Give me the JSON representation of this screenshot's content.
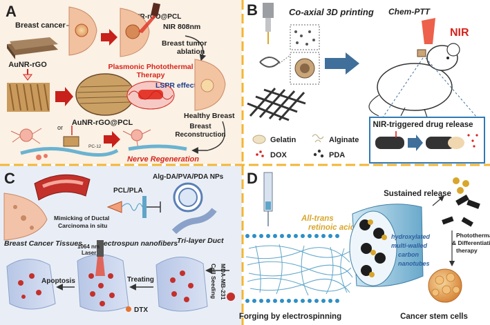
{
  "colors": {
    "divider": "#f2b634",
    "panel_a_bg": "#fbf1e4",
    "panel_c_bg": "#e9eef6",
    "accent_red": "#d5241c",
    "arrow_red": "#c8201a",
    "arrow_blue": "#3f6f9a",
    "retinoic": "#d9a62c",
    "fiber_blue": "#5fa5c9",
    "nanotube_blue": "#2d5f9e"
  },
  "panels": {
    "a": {
      "label": "A",
      "breast_cancer": "Breast cancer",
      "aunr_pcl_top": "AuNR-rGO@PCL",
      "nir_808": "NIR 808nm",
      "aunr_rgo": "AuNR-rGO",
      "breast_tumor_ablation": "Breast tumor\nablation",
      "plasmonic_therapy": "Plasmonic Photothermal\nTherapy",
      "lspr_effect": "LSPR effect",
      "aunr_pcl_bottom": "AuNR-rGO@PCL",
      "healthy_breast": "Healthy Breast",
      "breast_reconstruction": "Breast\nReconstruction",
      "or": "or",
      "pc12": "PC-12",
      "nerve_regeneration": "Nerve Regeneration"
    },
    "b": {
      "label": "B",
      "coaxial_printing": "Co-axial 3D printing",
      "chem_ptt": "Chem-PTT",
      "nir": "NIR",
      "nir_release": "NIR-triggered drug release",
      "legend": {
        "gelatin": "Gelatin",
        "alginate": "Alginate",
        "dox": "DOX",
        "pda": "PDA"
      }
    },
    "c": {
      "label": "C",
      "alg_nps": "Alg-DA/PVA/PDA NPs",
      "pcl_pla": "PCL/PLA",
      "mimicking": "Mimicking of Ductal\nCarcinoma in situ",
      "breast_cancer_tissues": "Breast Cancer Tissues",
      "electrospun": "Electrospun nanofibers",
      "trilayer": "Tri-layer Duct",
      "laser": "1064 nm\nLaser",
      "cell_line": "MDA-MB-231",
      "cell_seeding": "Cell Seeding",
      "apoptosis": "Apoptosis",
      "treating": "Treating",
      "dtx": "DTX"
    },
    "d": {
      "label": "D",
      "sustained_release": "Sustained release",
      "retinoic_acid": "All-trans\nretinoic acid",
      "hydroxylated": "hydroxylated\nmulti-walled\ncarbon\nnanotubes",
      "therapy": "Photothermal\n& Differentiation\ntherapy",
      "forging": "Forging by electrospinning",
      "cancer_stem_cells": "Cancer stem cells"
    }
  }
}
